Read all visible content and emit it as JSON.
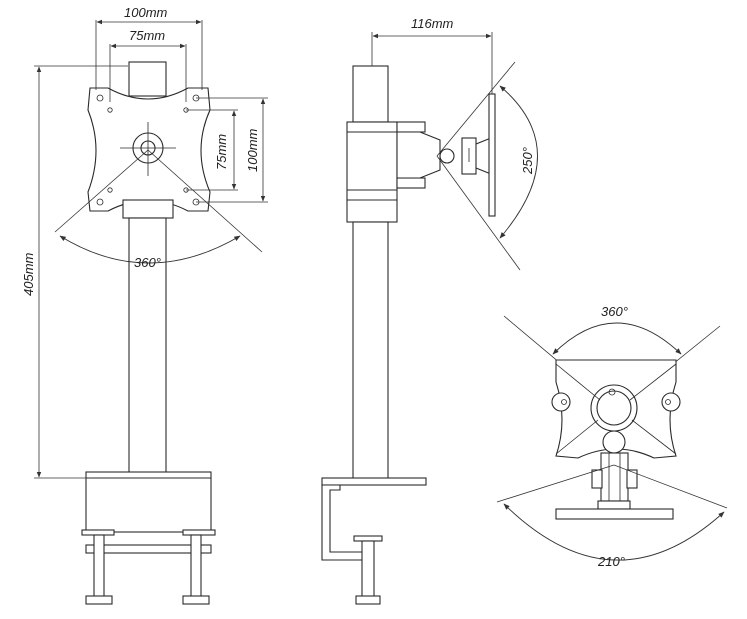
{
  "front_view": {
    "dim_100_width": "100mm",
    "dim_75_width": "75mm",
    "dim_75_height": "75mm",
    "dim_100_height": "100mm",
    "dim_height": "405mm",
    "rotation": "360°"
  },
  "side_view": {
    "dim_depth": "116mm",
    "tilt": "250°"
  },
  "top_view": {
    "rotation": "360°",
    "swivel": "210°"
  }
}
